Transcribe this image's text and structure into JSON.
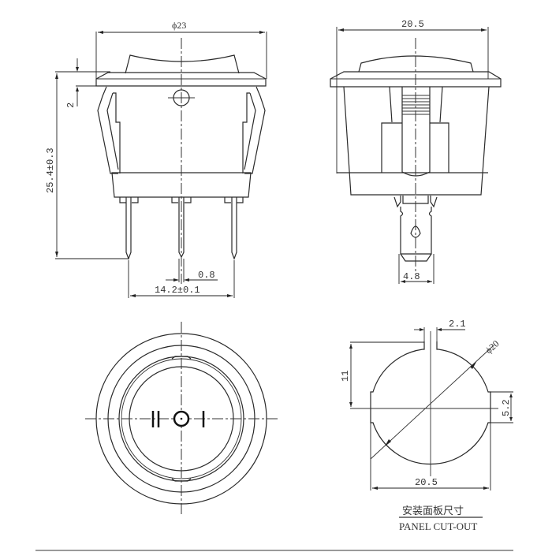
{
  "title": "Round rocker switch dimensional drawing",
  "front_view": {
    "diameter_label": "ϕ23",
    "height_label": "25.4±0.3",
    "flange_label": "2",
    "pin_width_label": "0.8",
    "pin_span_label": "14.2±0.1"
  },
  "side_view": {
    "width_label": "20.5",
    "terminal_width_label": "4.8"
  },
  "top_view": {
    "symbols": [
      "II",
      "O",
      "I"
    ]
  },
  "panel_cutout": {
    "slot_width_label": "2.1",
    "diameter_label": "ϕ20",
    "height_label": "11",
    "notch_label": "5.2",
    "width_label": "20.5",
    "caption_cn": "安装面板尺寸",
    "caption_en": "PANEL CUT-OUT"
  },
  "colors": {
    "line": "#2a2a2a",
    "background": "#ffffff"
  }
}
